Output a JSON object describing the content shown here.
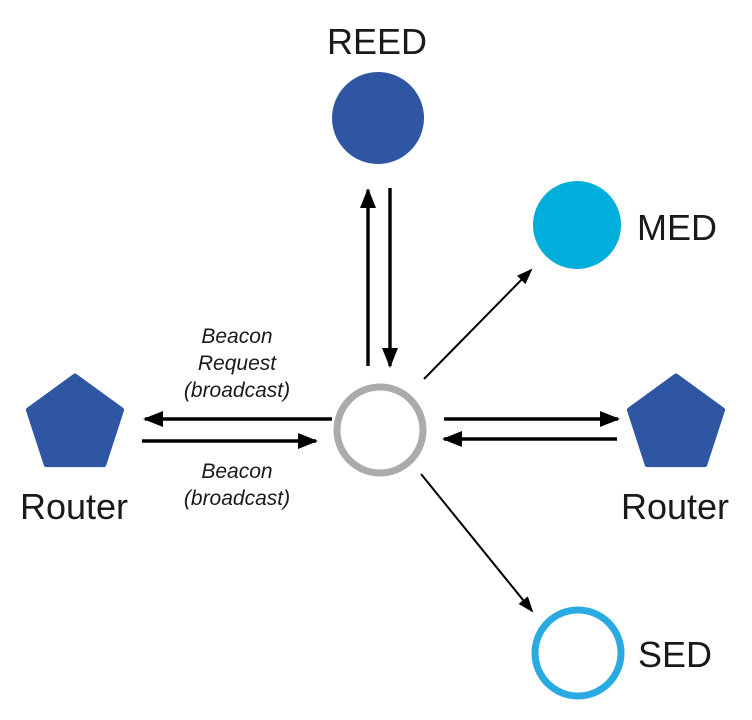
{
  "diagram": {
    "description": "Network joining topology: a central joining device exchanges messages with two Routers, a REED, an MED and an SED",
    "labels": {
      "reed": "REED",
      "med": "MED",
      "sed": "SED",
      "router_left": "Router",
      "router_right": "Router",
      "beacon_request_line1": "Beacon",
      "beacon_request_line2": "Request",
      "beacon_request_line3": "(broadcast)",
      "beacon_line1": "Beacon",
      "beacon_line2": "(broadcast)"
    },
    "nodes": [
      {
        "id": "reed",
        "label": "REED",
        "shape": "circle",
        "style": "filled-blue"
      },
      {
        "id": "med",
        "label": "MED",
        "shape": "circle",
        "style": "filled-cyan"
      },
      {
        "id": "router-left",
        "label": "Router",
        "shape": "pentagon",
        "style": "filled-blue"
      },
      {
        "id": "center-device",
        "label": "",
        "shape": "circle",
        "style": "white-gray-outline"
      },
      {
        "id": "router-right",
        "label": "Router",
        "shape": "pentagon",
        "style": "filled-blue"
      },
      {
        "id": "sed",
        "label": "SED",
        "shape": "circle",
        "style": "white-cyan-outline"
      }
    ],
    "edges": [
      {
        "from": "center-device",
        "to": "reed",
        "direction": "bidirectional"
      },
      {
        "from": "center-device",
        "to": "med",
        "direction": "outbound"
      },
      {
        "from": "center-device",
        "to": "router-left",
        "direction": "bidirectional",
        "label_out": "Beacon Request (broadcast)",
        "label_in": "Beacon (broadcast)"
      },
      {
        "from": "center-device",
        "to": "router-right",
        "direction": "bidirectional"
      },
      {
        "from": "center-device",
        "to": "sed",
        "direction": "outbound"
      }
    ],
    "colors": {
      "node_blue": "#2E56A2",
      "med_cyan": "#00AEDC",
      "sed_cyan": "#29ABE2",
      "center_gray": "#ABABAB",
      "arrow": "#000000",
      "text": "#1A1A1A",
      "background": "#FFFFFF"
    }
  }
}
